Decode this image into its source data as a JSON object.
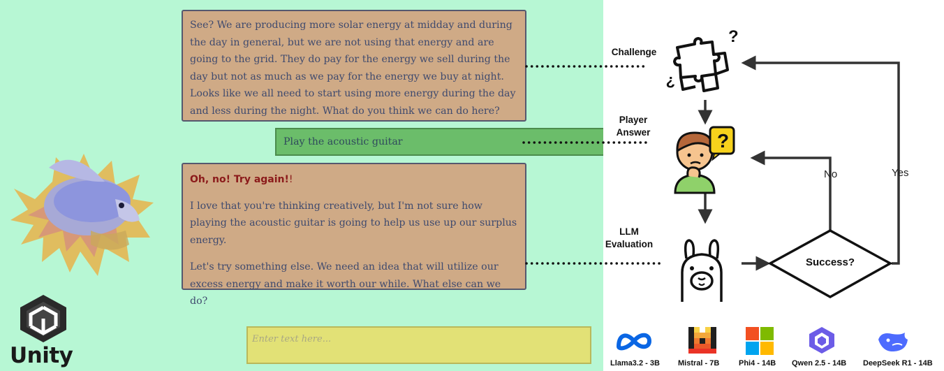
{
  "game": {
    "npc_message": "See? We are producing more solar energy at midday and during the day in general, but we are not using that energy and are going to the grid. They do pay for the energy we sell during the day but not as much as we pay for the energy we buy at night. Looks like we all need to start using more energy during the day and less during the night. What do you think we can do here?",
    "player_answer": "Play the acoustic guitar",
    "feedback_title": "Oh, no! Try again!",
    "feedback_exclaim": "!",
    "feedback_para1": "I love that you're thinking creatively, but I'm not sure how playing the acoustic guitar is going to help us use up our surplus energy.",
    "feedback_para2": "Let's try something else. We need an idea that will utilize our excess energy and make it worth our while. What else can we do?",
    "input_placeholder": "Enter text here...",
    "engine_label": "Unity"
  },
  "diagram": {
    "label_challenge": "Challenge",
    "label_player_line1": "Player",
    "label_player_line2": "Answer",
    "label_llm_line1": "LLM",
    "label_llm_line2": "Evaluation",
    "decision": "Success?",
    "edge_no": "No",
    "edge_yes": "Yes",
    "question_mark": "?"
  },
  "models": [
    {
      "name": "Llama3.2 - 3B",
      "icon": "meta-logo-icon",
      "color": "#0a66e4"
    },
    {
      "name": "Mistral - 7B",
      "icon": "mistral-logo-icon",
      "color": "#f27b1b"
    },
    {
      "name": "Phi4 - 14B",
      "icon": "microsoft-logo-icon",
      "color": "#f25022"
    },
    {
      "name": "Qwen 2.5 - 14B",
      "icon": "qwen-logo-icon",
      "color": "#6c5ce7"
    },
    {
      "name": "DeepSeek R1 - 14B",
      "icon": "deepseek-logo-icon",
      "color": "#4d6bfe"
    }
  ]
}
